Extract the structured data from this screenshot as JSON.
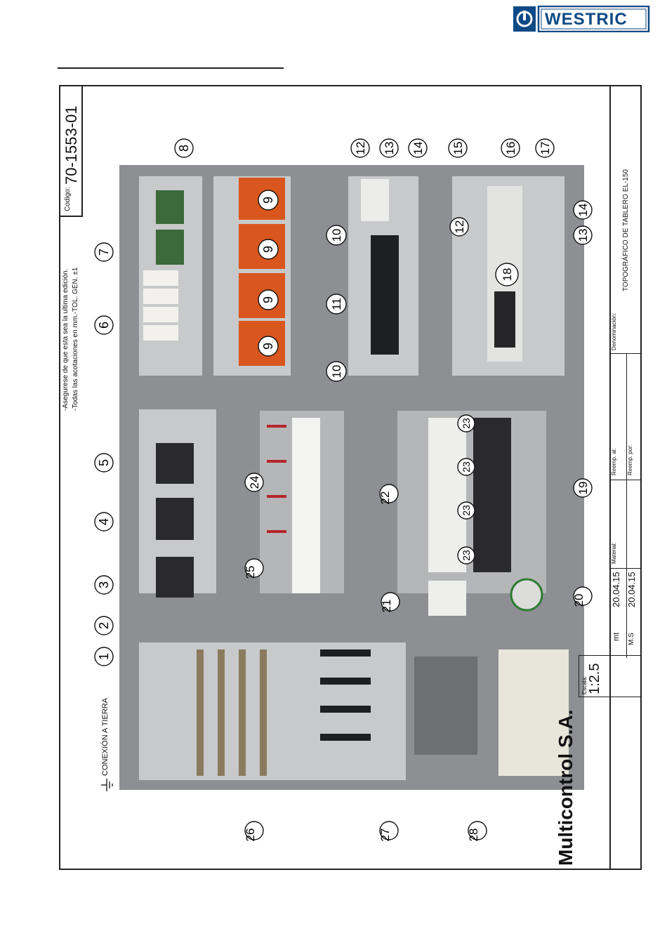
{
  "logo": {
    "brand": "WESTRIC",
    "color": "#0e4a86"
  },
  "header": {
    "code_label": "Codigo:",
    "code_value": "70-1553-01",
    "note_1": "-Asegurese de que esta sea la ultima edición.",
    "note_2": "-Todas las acotaciones en mm.-TOL. GEN. ±1"
  },
  "title_block": {
    "company": "Multicontrol S.A.",
    "escala_label": "Escala:",
    "escala_value": "1:2.5",
    "drawn_by": "mt",
    "checked_by": "M.S",
    "date_1": "20.04.15",
    "date_2": "20.04.15",
    "material_label": "Material:",
    "reemp_al_label": "Reemp. al:",
    "reemp_por_label": "Reemp. por:",
    "denominacion_label": "Denominación:",
    "denominacion_value": "TOPOGRÁFICO DE TABLERO  EL-150"
  },
  "annotations": {
    "earth": "CONEXIÓN A TIERRA",
    "callouts": [
      "1",
      "2",
      "3",
      "4",
      "5",
      "6",
      "7",
      "8",
      "9",
      "9",
      "9",
      "9",
      "10",
      "10",
      "11",
      "12",
      "12",
      "13",
      "13",
      "14",
      "14",
      "15",
      "16",
      "17",
      "18",
      "19",
      "20",
      "21",
      "22",
      "23",
      "23",
      "23",
      "23",
      "24",
      "25",
      "26",
      "27",
      "28"
    ]
  },
  "colors": {
    "panel": "#8d8f93",
    "mount": "#c8c9cb",
    "heatsink": "#d9571e",
    "red_wire": "#b3262a"
  }
}
